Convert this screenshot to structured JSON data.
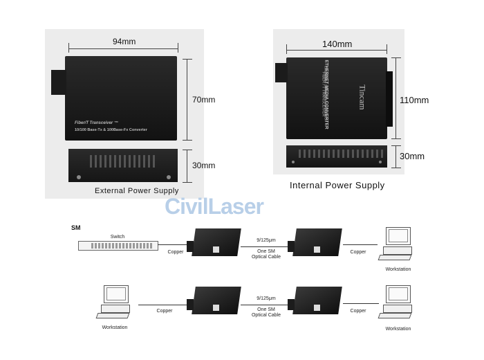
{
  "top": {
    "left_device": {
      "width_label": "94mm",
      "height_label": "70mm",
      "depth_label": "30mm",
      "product_line1": "Fiber/T Transceiver ™",
      "product_line2": "10/100 Base-Tx & 100Base-Fx Converter",
      "caption": "External  Power  Supply"
    },
    "right_device": {
      "width_label": "140mm",
      "height_label": "110mm",
      "depth_label": "30mm",
      "brand": "Tincam",
      "product_line1": "ETHERNET MEDIA CONVERTER",
      "product_line2": "FIBER / T TRANSCEIVER",
      "product_line3": "10/100M/1G SMF MEDIA CONVERTER",
      "caption": "Internal  Power  Supply"
    }
  },
  "logo": "CivilLaser",
  "diagram": {
    "mode_label": "SM",
    "row1": {
      "switch_label": "Switch",
      "copper_left": "Copper",
      "fiber_spec": "9/125μm",
      "fiber_cable": "One SM\nOptical Cable",
      "copper_right": "Copper",
      "end_label": "Workstation"
    },
    "row2": {
      "start_label": "Workstation",
      "copper_left": "Copper",
      "fiber_spec": "9/125μm",
      "fiber_cable": "One SM\nOptical Cable",
      "copper_right": "Copper",
      "end_label": "Workstation"
    }
  }
}
